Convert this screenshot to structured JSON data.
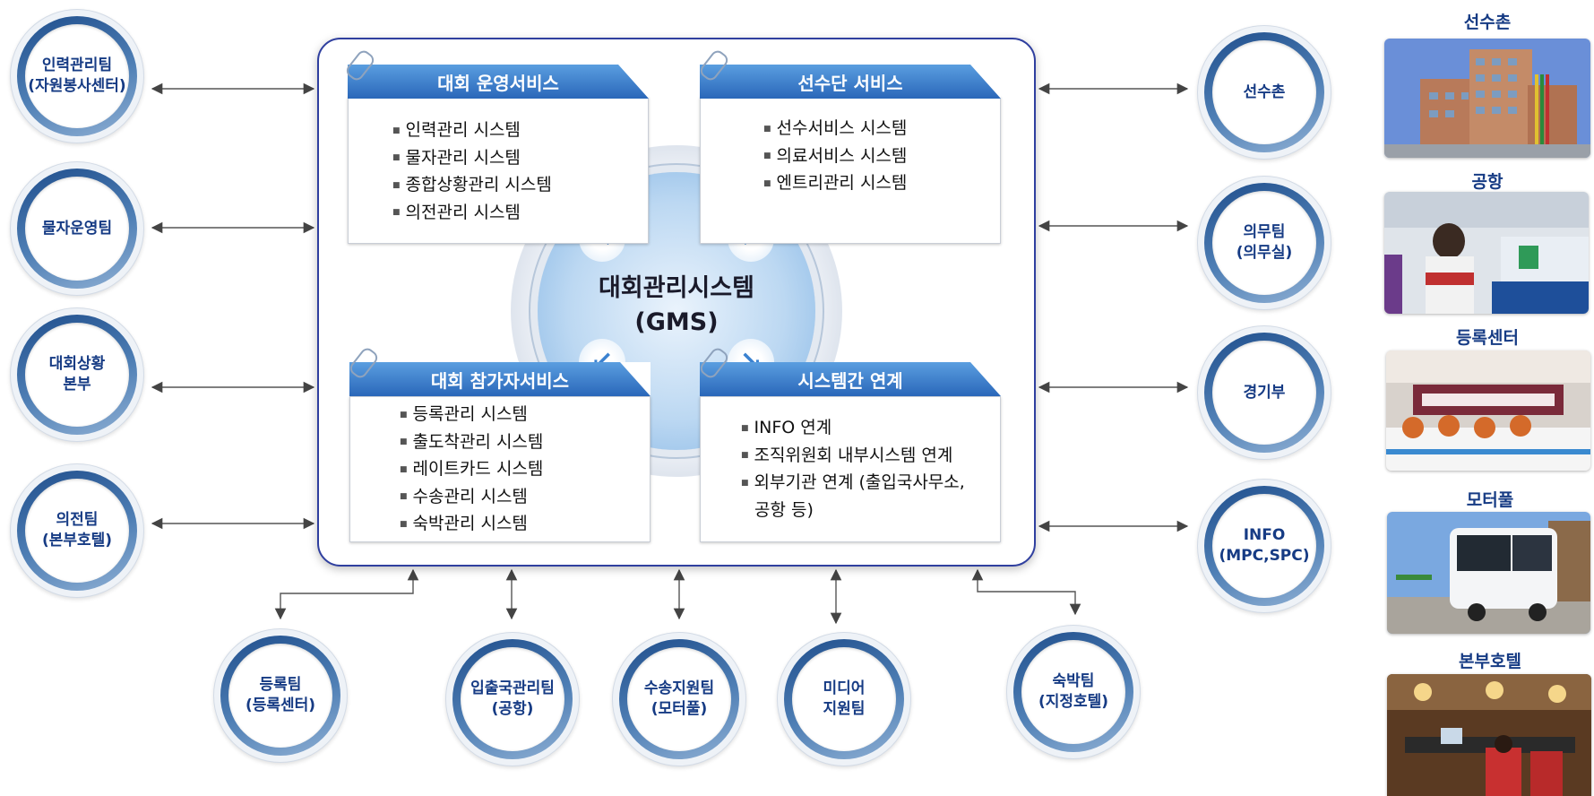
{
  "center": {
    "title": "대회관리시스템",
    "subtitle": "(GMS)"
  },
  "cards": {
    "ops": {
      "header": "대회 운영서비스",
      "items": [
        "인력관리 시스템",
        "물자관리 시스템",
        "종합상황관리 시스템",
        "의전관리 시스템"
      ]
    },
    "team": {
      "header": "선수단 서비스",
      "items": [
        "선수서비스 시스템",
        "의료서비스 시스템",
        "엔트리관리 시스템"
      ]
    },
    "participant": {
      "header": "대회 참가자서비스",
      "items": [
        "등록관리 시스템",
        "출도착관리 시스템",
        "레이트카드 시스템",
        "수송관리 시스템",
        "숙박관리 시스템"
      ]
    },
    "link": {
      "header": "시스템간 연계",
      "items": [
        "INFO 연계",
        "조직위원회  내부시스템 연계",
        "외부기관 연계 (출입국사무소,",
        "공항 등)"
      ]
    }
  },
  "nodes": {
    "left": [
      {
        "lines": [
          "인력관리팀",
          "(자원봉사센터)"
        ]
      },
      {
        "lines": [
          "물자운영팀"
        ]
      },
      {
        "lines": [
          "대회상황",
          "본부"
        ]
      },
      {
        "lines": [
          "의전팀",
          "(본부호텔)"
        ]
      }
    ],
    "right": [
      {
        "lines": [
          "선수촌"
        ]
      },
      {
        "lines": [
          "의무팀",
          "(의무실)"
        ]
      },
      {
        "lines": [
          "경기부"
        ]
      },
      {
        "lines": [
          "INFO",
          "(MPC,SPC)"
        ]
      }
    ],
    "bottom": [
      {
        "lines": [
          "등록팀",
          "(등록센터)"
        ]
      },
      {
        "lines": [
          "입출국관리팀",
          "(공항)"
        ]
      },
      {
        "lines": [
          "수송지원팀",
          "(모터풀)"
        ]
      },
      {
        "lines": [
          "미디어",
          "지원팀"
        ]
      },
      {
        "lines": [
          "숙박팀",
          "(지정호텔)"
        ]
      }
    ]
  },
  "photos": [
    {
      "title": "선수촌",
      "icon": "athletes-village-photo"
    },
    {
      "title": "공항",
      "icon": "airport-photo"
    },
    {
      "title": "등록센터",
      "icon": "accreditation-center-photo"
    },
    {
      "title": "모터풀",
      "icon": "motor-pool-bus-photo"
    },
    {
      "title": "본부호텔",
      "icon": "hq-hotel-photo"
    }
  ],
  "colors": {
    "ring_dark": "#1f4e8c",
    "ring_light": "#8fb0d4",
    "node_text": "#163b84",
    "card_header": "#2a67b9",
    "panel_border": "#2f3f9f"
  }
}
